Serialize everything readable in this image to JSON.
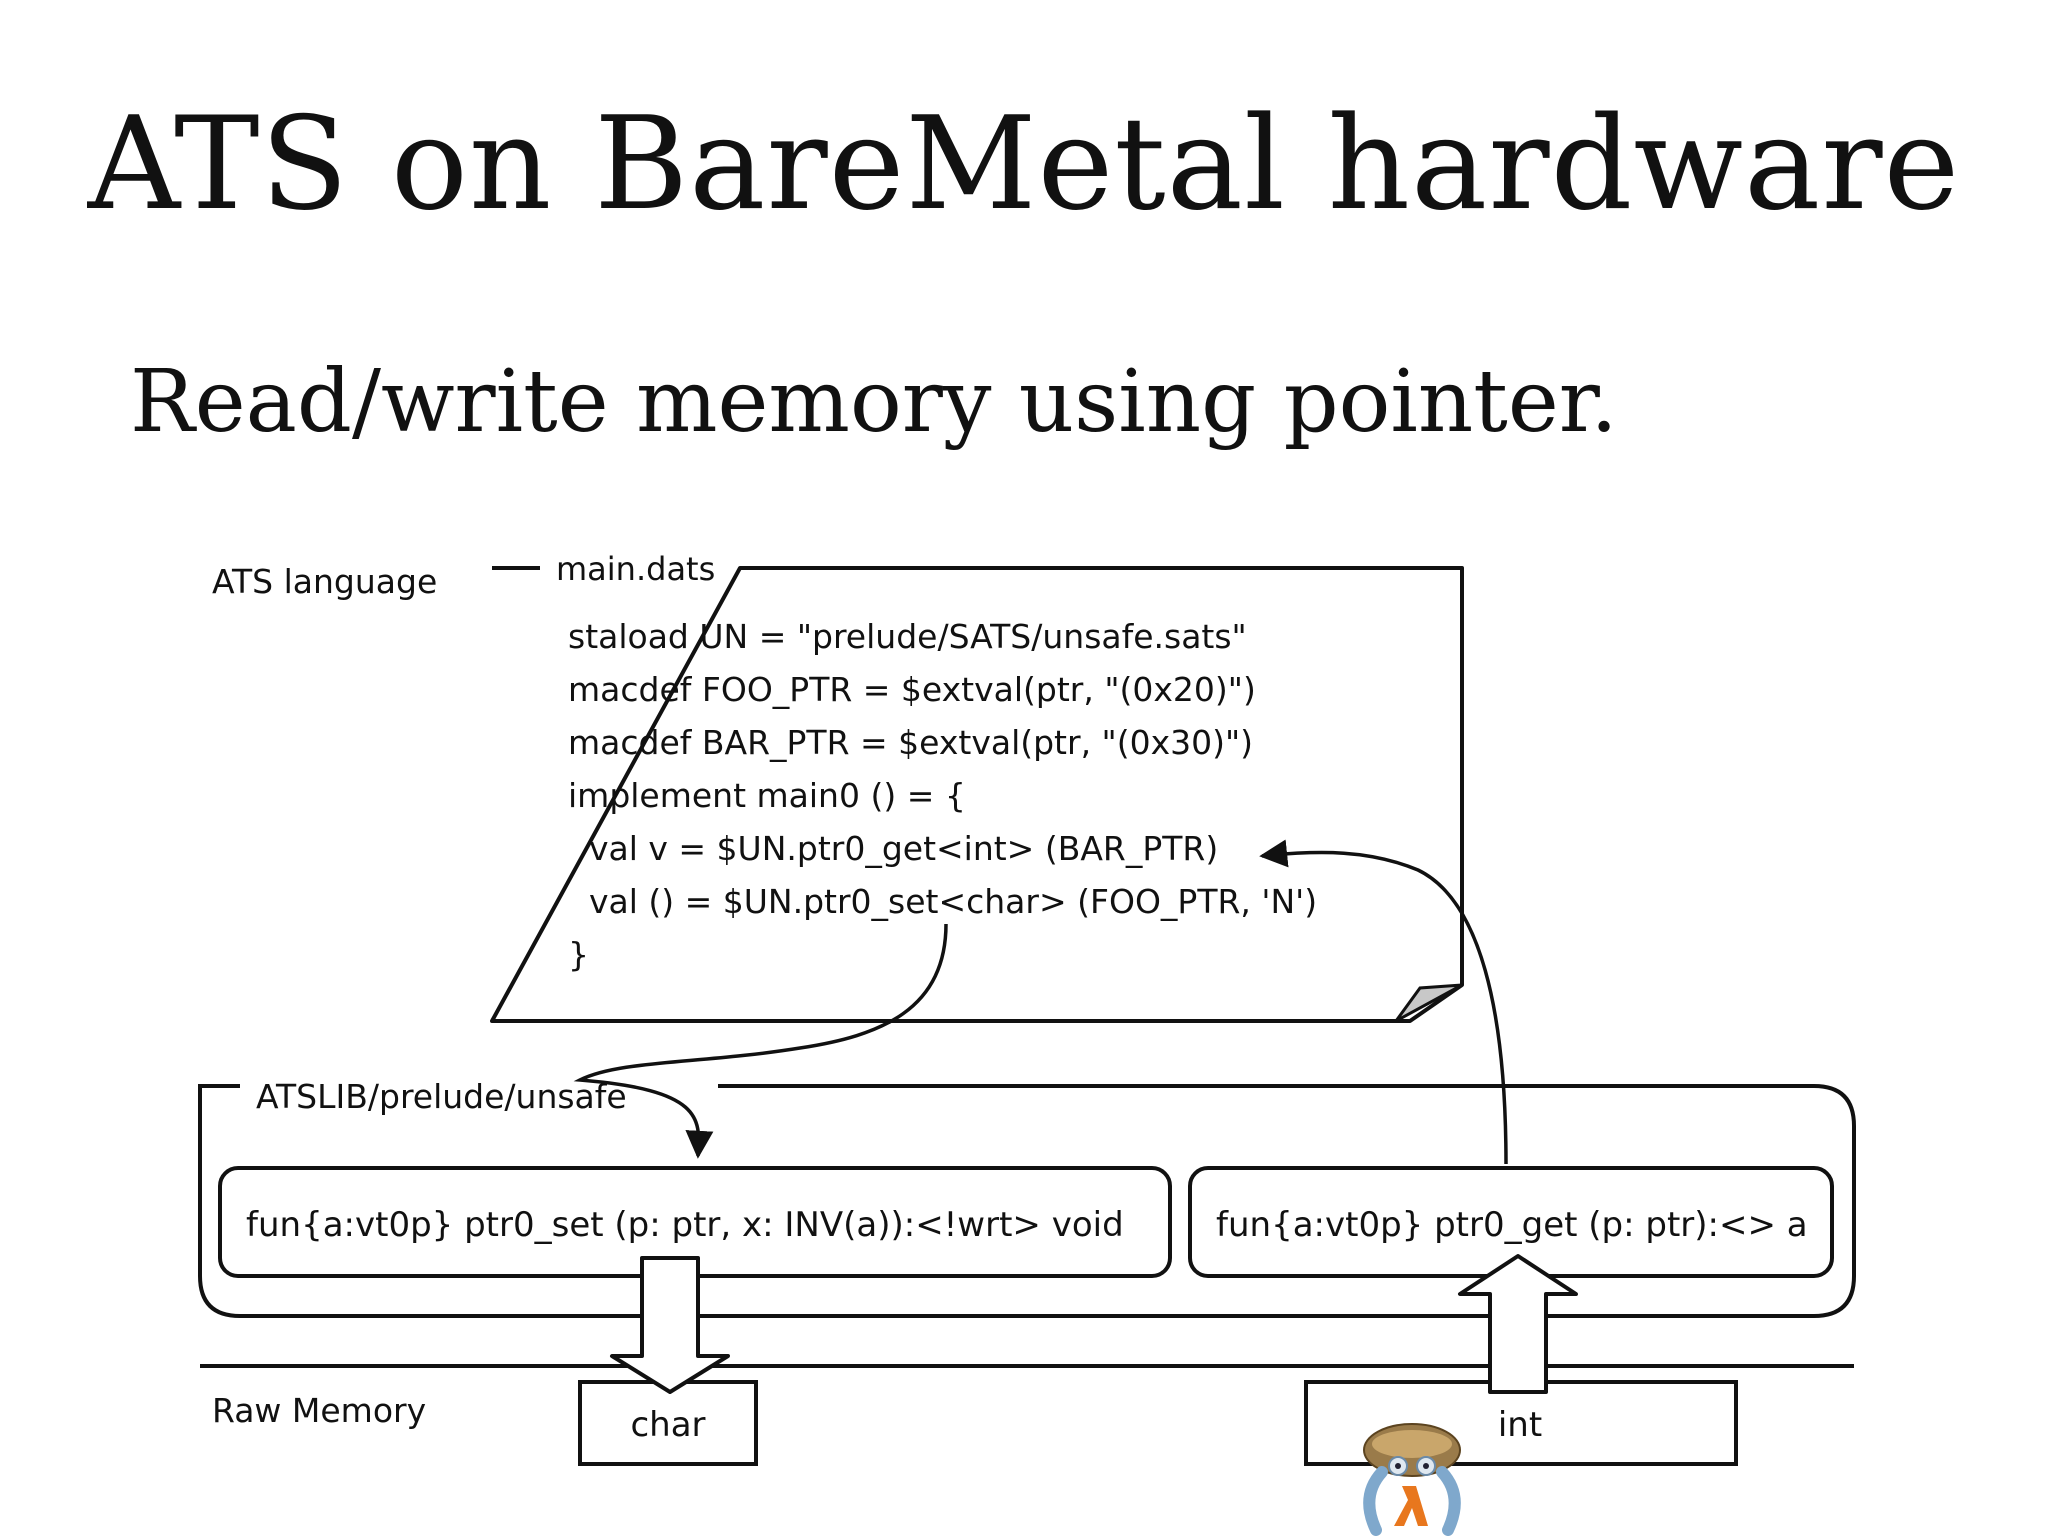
{
  "slide": {
    "title": "ATS on BareMetal hardware",
    "subtitle": "Read/write memory using pointer."
  },
  "diagram": {
    "label_language": "ATS language",
    "file_title": "main.dats",
    "code_lines": [
      "staload UN = \"prelude/SATS/unsafe.sats\"",
      "macdef FOO_PTR  = $extval(ptr, \"(0x20)\")",
      "macdef BAR_PTR = $extval(ptr, \"(0x30)\")",
      "implement main0 () = {",
      "  val v = $UN.ptr0_get<int> (BAR_PTR)",
      "  val () = $UN.ptr0_set<char> (FOO_PTR, 'N')",
      "}"
    ],
    "lib_label": "ATSLIB/prelude/unsafe",
    "fn_set": "fun{a:vt0p} ptr0_set (p: ptr, x: INV(a)):<!wrt> void",
    "fn_get": "fun{a:vt0p} ptr0_get (p: ptr):<> a",
    "label_memory": "Raw Memory",
    "mem_char": "char",
    "mem_int": "int"
  },
  "icons": {
    "mascot": "ats-crab-mascot-icon"
  }
}
